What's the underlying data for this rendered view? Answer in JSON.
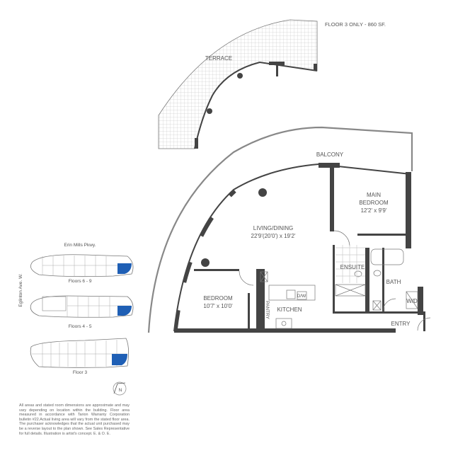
{
  "header": {
    "floor_note": "FLOOR 3 ONLY - 860 SF."
  },
  "rooms": {
    "terrace": "TERRACE",
    "balcony": "BALCONY",
    "main_bedroom": "MAIN",
    "main_bedroom_2": "BEDROOM",
    "main_bedroom_dim": "12'2' x 9'9'",
    "living": "LIVING/DINING",
    "living_dim": "22'9'(20'0') x 19'2'",
    "bedroom": "BEDROOM",
    "bedroom_dim": "10'7' x 10'0'",
    "kitchen": "KITCHEN",
    "pantry": "PANTRY",
    "dw": "D/W",
    "ensuite": "ENSUITE",
    "bath": "BATH",
    "wd": "W/D",
    "entry": "ENTRY"
  },
  "keyplan": {
    "street_top": "Erin Mills Pkwy.",
    "street_side": "Eglinton Ave. W.",
    "floors": [
      "Floors 6 - 9",
      "Floors 4 - 5",
      "Floor 3"
    ],
    "highlight_color": "#1f5fb5",
    "north": "N"
  },
  "disclaimer": "All areas and stated room dimensions are approximate and may vary depending on location within the building. Floor area measured in accordance with Tarion Warranty Corporation bulletin #22.Actual living area will vary from the stated floor area. The purchaser acknowledges that the actual unit purchased may be a reverse layout to the plan shown. See Sales Representative for full details. Illustration is artist's concept. E. & O. E."
}
